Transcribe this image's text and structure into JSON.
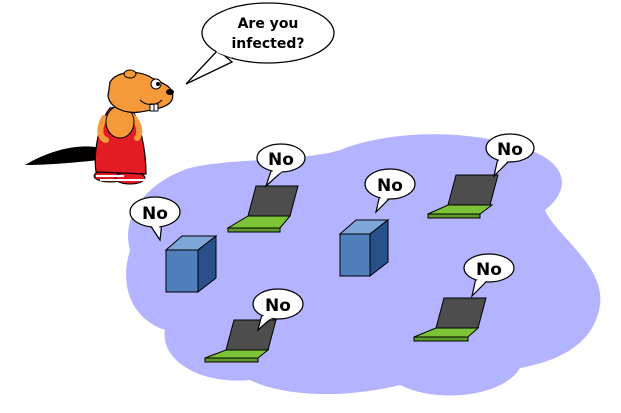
{
  "question_bubble": {
    "line1": "Are you",
    "line2": "infected?"
  },
  "replies": {
    "laptop_top_center": "No",
    "laptop_top_right": "No",
    "server_left": "No",
    "server_middle": "No",
    "laptop_bottom_right": "No",
    "laptop_bottom_left": "No"
  },
  "colors": {
    "network_cloud": "#b3b3ff",
    "laptop_base": "#7cc436",
    "laptop_screen": "#4d4d4d",
    "server_front": "#4f7fbd",
    "beaver_body": "#f59a3a",
    "beaver_dress": "#e31b23"
  }
}
